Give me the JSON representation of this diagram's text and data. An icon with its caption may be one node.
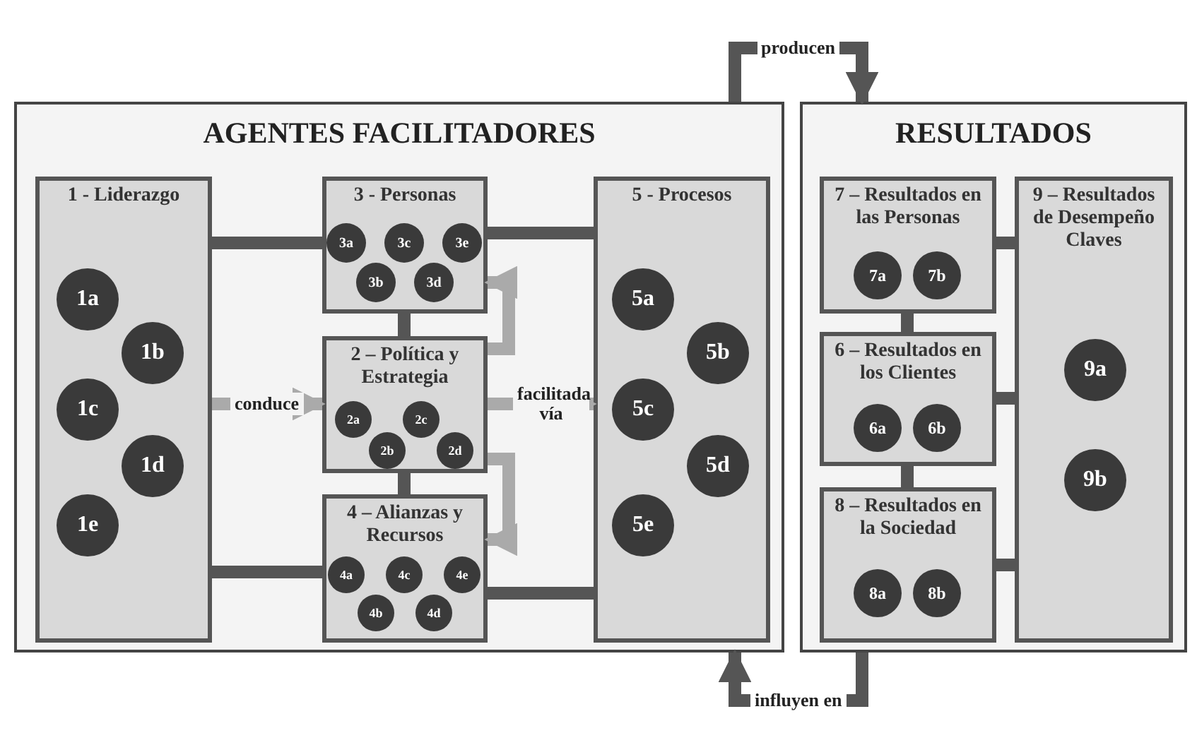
{
  "diagram": {
    "nodes": [
      {
        "text": [
          "AGENTES FACILITADORES"
        ]
      },
      {
        "text": [
          "1 - Liderazgo"
        ],
        "in": 0
      },
      {
        "text": [
          "1a"
        ],
        "in": 1
      },
      {
        "text": [
          "1b"
        ],
        "in": 1
      },
      {
        "text": [
          "1c"
        ],
        "in": 1
      },
      {
        "text": [
          "1d"
        ],
        "in": 1
      },
      {
        "text": [
          "1e"
        ],
        "in": 1
      },
      {
        "text": [
          "3 - Personas"
        ],
        "in": 0
      },
      {
        "text": [
          "3a"
        ],
        "in": 7
      },
      {
        "text": [
          "3c"
        ],
        "in": 7
      },
      {
        "text": [
          "3e"
        ],
        "in": 7
      },
      {
        "text": [
          "3b"
        ],
        "in": 7
      },
      {
        "text": [
          "3d"
        ],
        "in": 7
      },
      {
        "text": [
          "2 – Política y Estrategia"
        ],
        "in": 0
      },
      {
        "text": [
          "2a"
        ],
        "in": 13
      },
      {
        "text": [
          "2c"
        ],
        "in": 13
      },
      {
        "text": [
          "2b"
        ],
        "in": 13
      },
      {
        "text": [
          "2d"
        ],
        "in": 13
      },
      {
        "text": [
          "4 – Alianzas y Recursos"
        ],
        "in": 0
      },
      {
        "text": [
          "4a"
        ],
        "in": 18
      },
      {
        "text": [
          "4c"
        ],
        "in": 18
      },
      {
        "text": [
          "4e"
        ],
        "in": 18
      },
      {
        "text": [
          "4b"
        ],
        "in": 18
      },
      {
        "text": [
          "4d"
        ],
        "in": 18
      },
      {
        "text": [
          "5 - Procesos"
        ],
        "in": 0
      },
      {
        "text": [
          "5a"
        ],
        "in": 24
      },
      {
        "text": [
          "5b"
        ],
        "in": 24
      },
      {
        "text": [
          "5c"
        ],
        "in": 24
      },
      {
        "text": [
          "5d"
        ],
        "in": 24
      },
      {
        "text": [
          "5e"
        ],
        "in": 24
      },
      {
        "text": [
          "RESULTADOS"
        ]
      },
      {
        "text": [
          "7 – Resultados en las Personas"
        ],
        "in": 30
      },
      {
        "text": [
          "7a"
        ],
        "in": 31
      },
      {
        "text": [
          "7b"
        ],
        "in": 31
      },
      {
        "text": [
          "9 – Resultados de Desempeño Claves"
        ],
        "in": 30
      },
      {
        "text": [
          "9a"
        ],
        "in": 34
      },
      {
        "text": [
          "9b"
        ],
        "in": 34
      },
      {
        "text": [
          "6 – Resultados en los Clientes"
        ],
        "in": 30
      },
      {
        "text": [
          "6a"
        ],
        "in": 37
      },
      {
        "text": [
          "6b"
        ],
        "in": 37
      },
      {
        "text": [
          "8 – Resultados en la Sociedad"
        ],
        "in": 30
      },
      {
        "text": [
          "8a"
        ],
        "in": 40
      },
      {
        "text": [
          "8b"
        ],
        "in": 40
      }
    ],
    "edges": [
      {
        "from": 1,
        "to": 7,
        "arrow": "none"
      },
      {
        "from": 1,
        "to": 13,
        "arrow": "to",
        "label": "conduce",
        "color": "#aaaaaa"
      },
      {
        "from": 1,
        "to": 18,
        "arrow": "none"
      },
      {
        "from": 7,
        "to": 13,
        "arrow": "none"
      },
      {
        "from": 13,
        "to": 18,
        "arrow": "none"
      },
      {
        "from": 24,
        "to": 7,
        "arrow": "none"
      },
      {
        "from": 24,
        "to": 18,
        "arrow": "none"
      },
      {
        "from": 13,
        "to": 7,
        "arrow": "to",
        "color": "#aaaaaa"
      },
      {
        "from": 13,
        "to": 18,
        "arrow": "to",
        "color": "#aaaaaa"
      },
      {
        "from": 13,
        "to": 24,
        "arrow": "to",
        "label": "facilitada vía",
        "color": "#aaaaaa"
      },
      {
        "from": 31,
        "to": 34,
        "arrow": "none"
      },
      {
        "from": 37,
        "to": 34,
        "arrow": "none"
      },
      {
        "from": 40,
        "to": 34,
        "arrow": "none"
      },
      {
        "from": 31,
        "to": 37,
        "arrow": "none"
      },
      {
        "from": 37,
        "to": 40,
        "arrow": "none"
      },
      {
        "from": 0,
        "to": 30,
        "arrow": "to",
        "label": "producen"
      },
      {
        "from": 30,
        "to": 0,
        "arrow": "to",
        "label": "influyen en"
      }
    ]
  }
}
